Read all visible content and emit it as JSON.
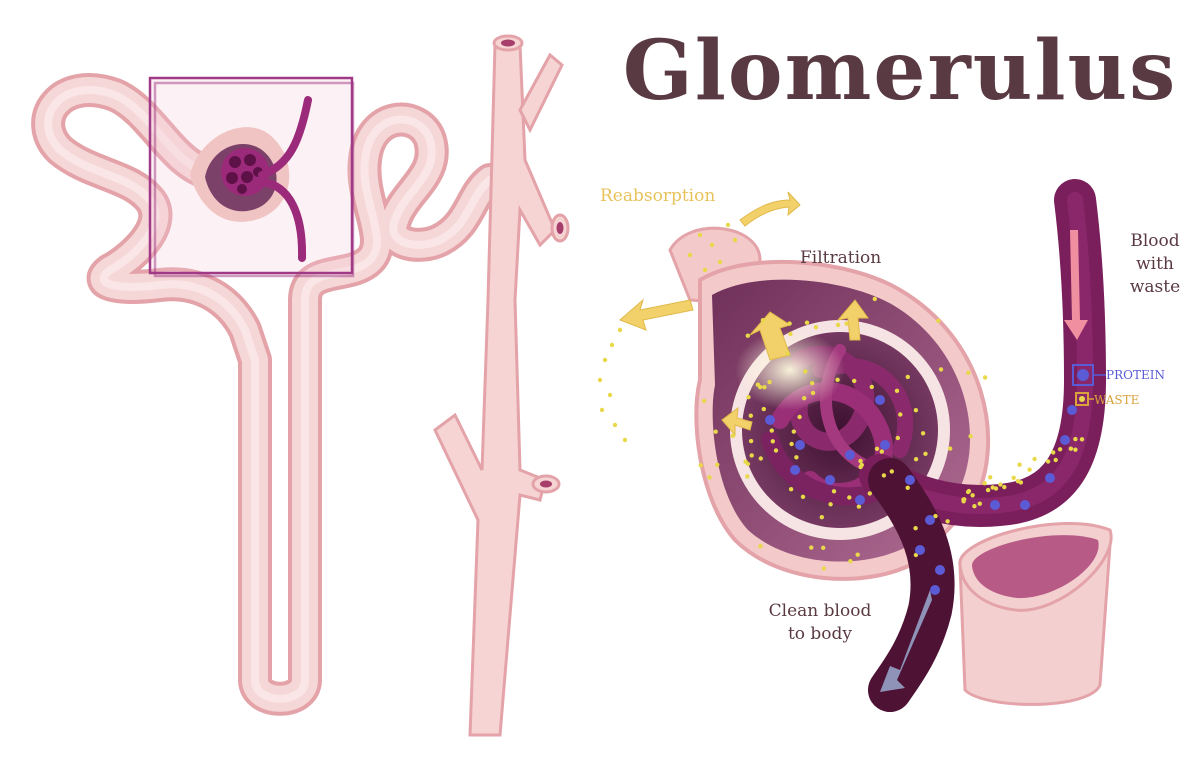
{
  "title": "Glomerulus",
  "labels": {
    "reabsorption": "Reabsorption",
    "filtration": "Filtration",
    "blood_with_waste": [
      "Blood",
      "with",
      "waste"
    ],
    "clean_blood": [
      "Clean blood",
      "to body"
    ],
    "protein": "PROTEIN",
    "waste": "WASTE"
  },
  "colors": {
    "tubule": "#f3c9c9",
    "tubule_edge": "#e3a3a8",
    "blood": "#7a1f5c",
    "blood_dark": "#4e1235",
    "capsule": "#8a4a72",
    "protein": "#5b5bd6",
    "waste": "#e8d84a",
    "arrow_yellow": "#f2d16b",
    "arrow_pink": "#f08fa0",
    "arrow_grey": "#8f93b8",
    "title": "#5a3a42"
  }
}
